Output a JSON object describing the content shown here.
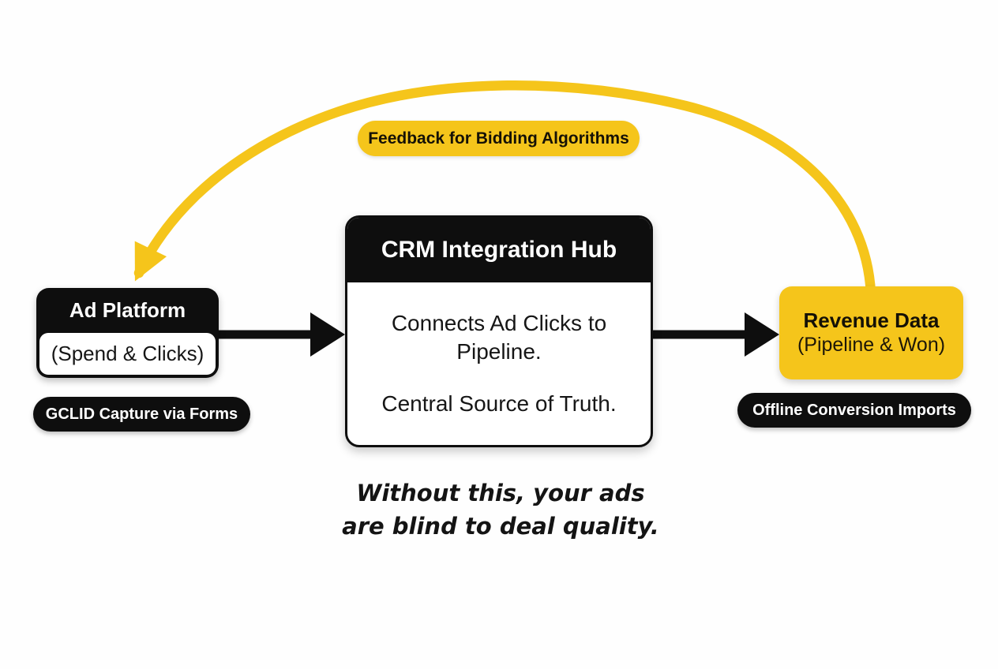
{
  "colors": {
    "accent_yellow": "#f5c51b",
    "node_black": "#0e0e0e",
    "node_white": "#ffffff",
    "text_dark": "#111111",
    "background": "#fefefe"
  },
  "feedback_pill": {
    "label": "Feedback for Bidding Algorithms"
  },
  "ad_platform": {
    "title": "Ad Platform",
    "subtitle": "(Spend & Clicks)"
  },
  "gclid_pill": {
    "label": "GCLID Capture via Forms"
  },
  "crm_hub": {
    "title": "CRM Integration Hub",
    "body_line1": "Connects Ad Clicks to Pipeline.",
    "body_line2": "Central Source of Truth."
  },
  "revenue": {
    "title": "Revenue Data",
    "subtitle": "(Pipeline & Won)"
  },
  "offline_pill": {
    "label": "Offline Conversion Imports"
  },
  "note": {
    "line1": "Without this, your ads",
    "line2": "are blind to deal quality."
  }
}
